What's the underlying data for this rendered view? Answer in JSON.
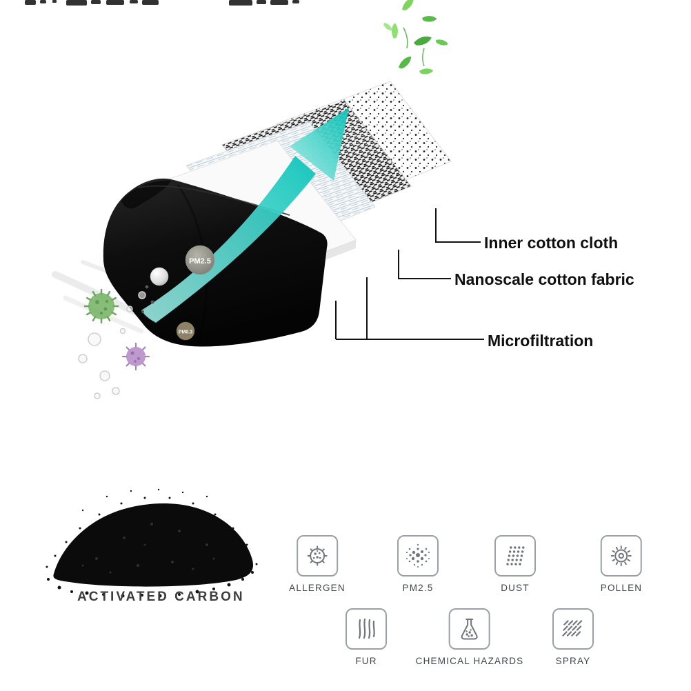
{
  "diagram": {
    "layer_labels": [
      {
        "text": "Inner cotton cloth"
      },
      {
        "text": "Nanoscale cotton fabric"
      },
      {
        "text": "Microfiltration"
      }
    ],
    "badges": [
      {
        "text": "PM2.5"
      },
      {
        "text": "PM0.3"
      }
    ]
  },
  "carbon": {
    "label": "ACTIVATED CARBON"
  },
  "filters": [
    {
      "icon": "allergen-icon",
      "label": "ALLERGEN"
    },
    {
      "icon": "pm25-icon",
      "label": "PM2.5"
    },
    {
      "icon": "dust-icon",
      "label": "DUST"
    },
    {
      "icon": "pollen-icon",
      "label": "POLLEN"
    },
    {
      "icon": "fur-icon",
      "label": "FUR"
    },
    {
      "icon": "chemical-hazards-icon",
      "label": "CHEMICAL HAZARDS"
    },
    {
      "icon": "spray-icon",
      "label": "SPRAY"
    }
  ],
  "colors": {
    "arrow_teal": "#0cc4ba",
    "label_text": "#101010",
    "icon_gray": "#70767c",
    "box_border": "#9aa0a6"
  }
}
